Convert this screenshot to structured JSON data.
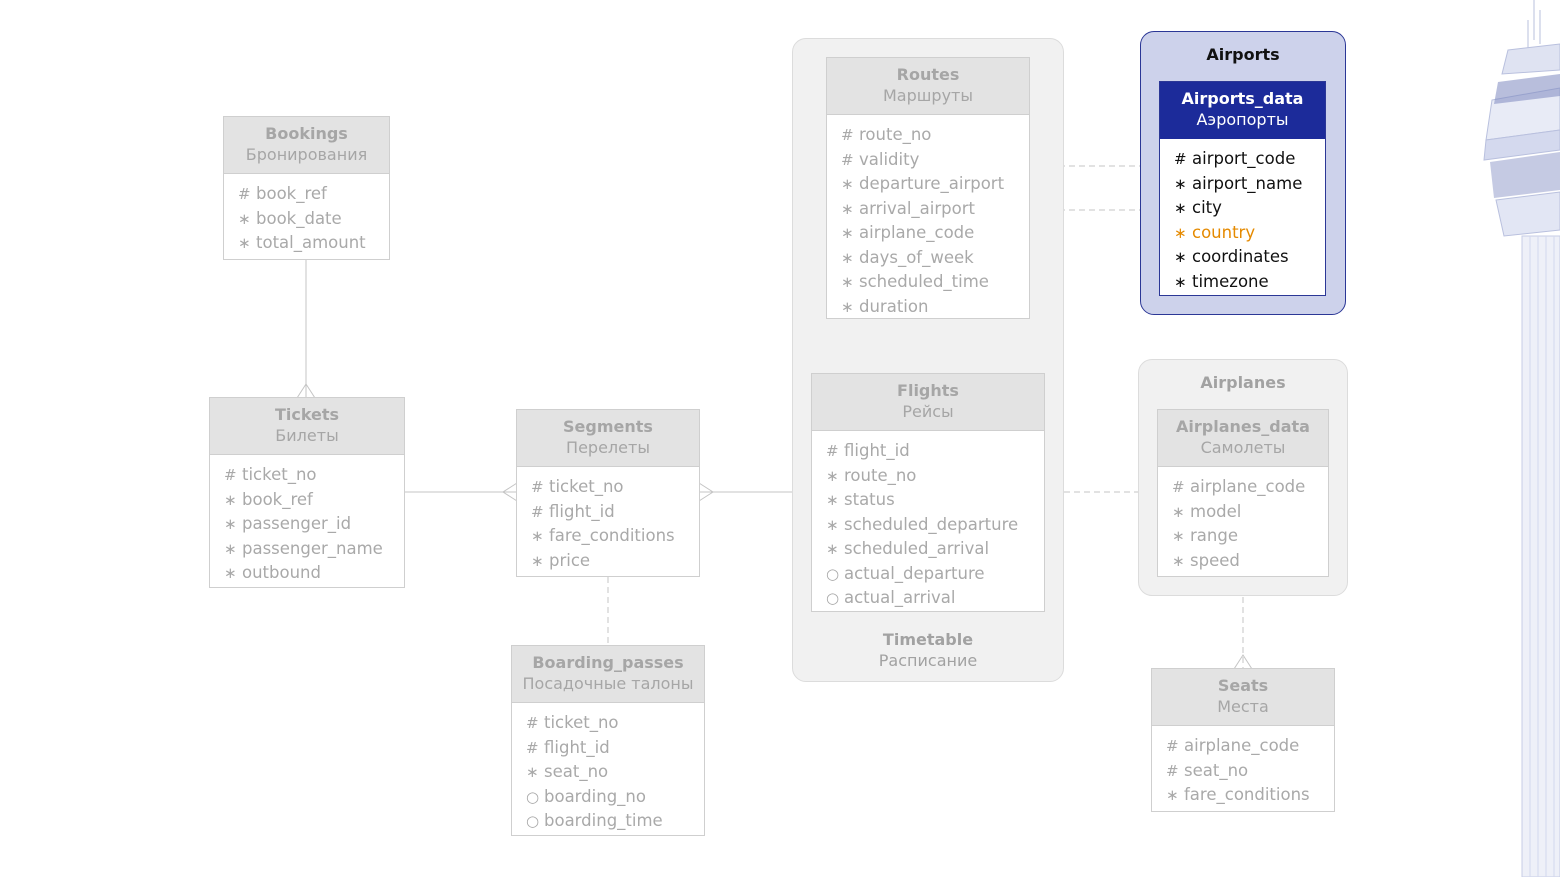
{
  "groups": {
    "timetable": {
      "title": "Timetable",
      "subtitle": "Расписание"
    },
    "airports": {
      "title": "Airports"
    },
    "airplanes": {
      "title": "Airplanes"
    }
  },
  "entities": {
    "bookings": {
      "name": "Bookings",
      "ru": "Бронирования",
      "attrs": [
        {
          "mark": "#",
          "name": "book_ref"
        },
        {
          "mark": "∗",
          "name": "book_date"
        },
        {
          "mark": "∗",
          "name": "total_amount"
        }
      ]
    },
    "tickets": {
      "name": "Tickets",
      "ru": "Билеты",
      "attrs": [
        {
          "mark": "#",
          "name": "ticket_no"
        },
        {
          "mark": "∗",
          "name": "book_ref"
        },
        {
          "mark": "∗",
          "name": "passenger_id"
        },
        {
          "mark": "∗",
          "name": "passenger_name"
        },
        {
          "mark": "∗",
          "name": "outbound"
        }
      ]
    },
    "segments": {
      "name": "Segments",
      "ru": "Перелеты",
      "attrs": [
        {
          "mark": "#",
          "name": "ticket_no"
        },
        {
          "mark": "#",
          "name": "flight_id"
        },
        {
          "mark": "∗",
          "name": "fare_conditions"
        },
        {
          "mark": "∗",
          "name": "price"
        }
      ]
    },
    "boarding_passes": {
      "name": "Boarding_passes",
      "ru": "Посадочные талоны",
      "attrs": [
        {
          "mark": "#",
          "name": "ticket_no"
        },
        {
          "mark": "#",
          "name": "flight_id"
        },
        {
          "mark": "∗",
          "name": "seat_no"
        },
        {
          "mark": "○",
          "name": "boarding_no"
        },
        {
          "mark": "○",
          "name": "boarding_time"
        }
      ]
    },
    "routes": {
      "name": "Routes",
      "ru": "Маршруты",
      "attrs": [
        {
          "mark": "#",
          "name": "route_no"
        },
        {
          "mark": "#",
          "name": "validity"
        },
        {
          "mark": "∗",
          "name": "departure_airport"
        },
        {
          "mark": "∗",
          "name": "arrival_airport"
        },
        {
          "mark": "∗",
          "name": "airplane_code"
        },
        {
          "mark": "∗",
          "name": "days_of_week"
        },
        {
          "mark": "∗",
          "name": "scheduled_time"
        },
        {
          "mark": "∗",
          "name": "duration"
        }
      ]
    },
    "flights": {
      "name": "Flights",
      "ru": "Рейсы",
      "attrs": [
        {
          "mark": "#",
          "name": "flight_id"
        },
        {
          "mark": "∗",
          "name": "route_no"
        },
        {
          "mark": "∗",
          "name": "status"
        },
        {
          "mark": "∗",
          "name": "scheduled_departure"
        },
        {
          "mark": "∗",
          "name": "scheduled_arrival"
        },
        {
          "mark": "○",
          "name": "actual_departure"
        },
        {
          "mark": "○",
          "name": "actual_arrival"
        }
      ]
    },
    "airports_data": {
      "name": "Airports_data",
      "ru": "Аэропорты",
      "attrs": [
        {
          "mark": "#",
          "name": "airport_code"
        },
        {
          "mark": "∗",
          "name": "airport_name"
        },
        {
          "mark": "∗",
          "name": "city"
        },
        {
          "mark": "∗",
          "name": "country",
          "highlight": true
        },
        {
          "mark": "∗",
          "name": "coordinates"
        },
        {
          "mark": "∗",
          "name": "timezone"
        }
      ]
    },
    "airplanes_data": {
      "name": "Airplanes_data",
      "ru": "Самолеты",
      "attrs": [
        {
          "mark": "#",
          "name": "airplane_code"
        },
        {
          "mark": "∗",
          "name": "model"
        },
        {
          "mark": "∗",
          "name": "range"
        },
        {
          "mark": "∗",
          "name": "speed"
        }
      ]
    },
    "seats": {
      "name": "Seats",
      "ru": "Места",
      "attrs": [
        {
          "mark": "#",
          "name": "airplane_code"
        },
        {
          "mark": "#",
          "name": "seat_no"
        },
        {
          "mark": "∗",
          "name": "fare_conditions"
        }
      ]
    }
  },
  "colors": {
    "active_header": "#1c2b9a",
    "airports_group_bg": "#cdd2eb",
    "highlight_attr": "#e58a00",
    "inactive_text": "#a6a6a6"
  }
}
